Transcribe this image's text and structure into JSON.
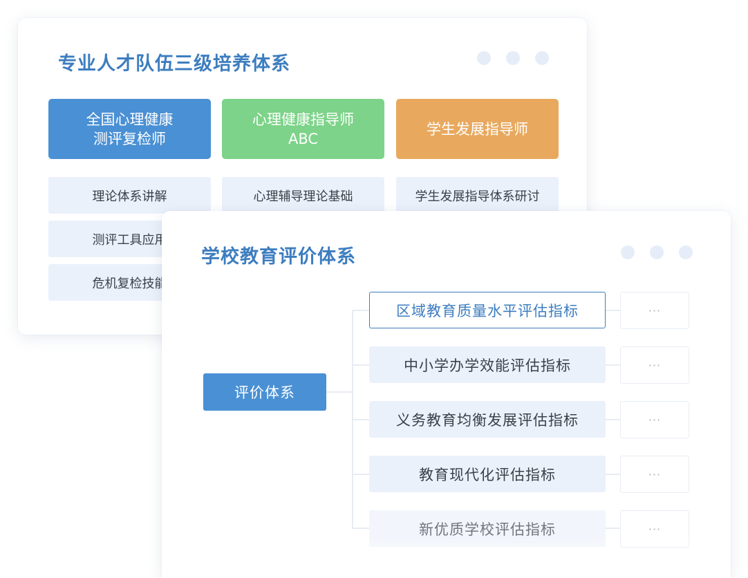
{
  "talent_card": {
    "title": "专业人才队伍三级培养体系",
    "tracks": [
      {
        "header": "全国心理健康\n测评复检师",
        "color": "#4a90d4",
        "items": [
          "理论体系讲解",
          "测评工具应用",
          "危机复检技能"
        ]
      },
      {
        "header": "心理健康指导师\nABC",
        "color": "#7dd389",
        "items": [
          "心理辅导理论基础"
        ]
      },
      {
        "header": "学生发展指导师",
        "color": "#e8a95f",
        "items": [
          "学生发展指导体系研讨"
        ]
      }
    ]
  },
  "eval_card": {
    "title": "学校教育评价体系",
    "root": "评价体系",
    "branches": [
      {
        "label": "区域教育质量水平评估指标",
        "state": "selected",
        "more": "···"
      },
      {
        "label": "中小学办学效能评估指标",
        "state": "normal",
        "more": "···"
      },
      {
        "label": "义务教育均衡发展评估指标",
        "state": "normal",
        "more": "···"
      },
      {
        "label": "教育现代化评估指标",
        "state": "normal",
        "more": "···"
      },
      {
        "label": "新优质学校评估指标",
        "state": "faded",
        "more": "···"
      }
    ]
  },
  "colors": {
    "title": "#3d7dbf",
    "item_bg": "#ebf1fb",
    "window_dot": "#e6edf9"
  }
}
